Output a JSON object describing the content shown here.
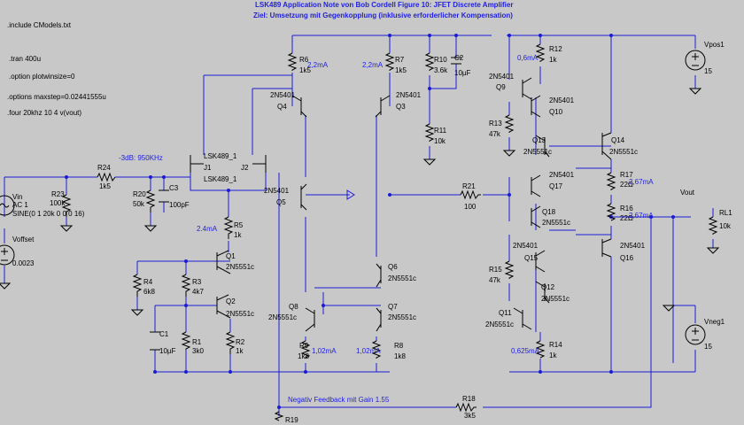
{
  "header": {
    "line1": "LSK489 Application Note von Bob Cordell Figure 10: JFET Discrete Amplifier",
    "line2": "Ziel:  Umsetzung mit Gegenkopplung (inklusive erforderlicher Kompensation)"
  },
  "directives": [
    ".include CModels.txt",
    ".tran 400u",
    ".option plotwinsize=0",
    ".options maxstep=0.02441555u",
    ".four 20khz 10 4 v(vout)"
  ],
  "sources": {
    "vin": {
      "name": "Vin",
      "line1": "AC 1",
      "line2": "SINE(0 1 20k 0 0 0 16)"
    },
    "voffset": {
      "name": "Voffset",
      "value": "0.0023"
    },
    "vpos": {
      "name": "Vpos1",
      "value": "15"
    },
    "vneg": {
      "name": "Vneg1",
      "value": "15"
    }
  },
  "resistors": [
    {
      "name": "R24",
      "value": "1k5"
    },
    {
      "name": "R23",
      "value": "100k"
    },
    {
      "name": "R20",
      "value": "50k"
    },
    {
      "name": "R5",
      "value": "1k"
    },
    {
      "name": "R4",
      "value": "6k8"
    },
    {
      "name": "R3",
      "value": "4k7"
    },
    {
      "name": "R1",
      "value": "3k0"
    },
    {
      "name": "R2",
      "value": "1k"
    },
    {
      "name": "R6",
      "value": "1k5"
    },
    {
      "name": "R7",
      "value": "1k5"
    },
    {
      "name": "R10",
      "value": "3.6k"
    },
    {
      "name": "R11",
      "value": "10k"
    },
    {
      "name": "R9",
      "value": "1k8"
    },
    {
      "name": "R8",
      "value": "1k8"
    },
    {
      "name": "R21",
      "value": "100"
    },
    {
      "name": "R12",
      "value": "1k"
    },
    {
      "name": "R13",
      "value": "47k"
    },
    {
      "name": "R15",
      "value": "47k"
    },
    {
      "name": "R14",
      "value": "1k"
    },
    {
      "name": "R17",
      "value": "22Ω"
    },
    {
      "name": "R16",
      "value": "22Ω"
    },
    {
      "name": "RL1",
      "value": "10k"
    },
    {
      "name": "R18",
      "value": "3k5"
    },
    {
      "name": "R19",
      "value": ""
    }
  ],
  "capacitors": [
    {
      "name": "C3",
      "value": "100pF"
    },
    {
      "name": "C1",
      "value": "10µF"
    },
    {
      "name": "C2",
      "value": "10µF"
    }
  ],
  "transistors": {
    "j1": {
      "model": "LSK489_1",
      "name": "J1"
    },
    "j2": {
      "model": "LSK489_1",
      "name": "J2"
    },
    "q1": {
      "name": "Q1",
      "model": "2N5551c"
    },
    "q2": {
      "name": "Q2",
      "model": "2N5551c"
    },
    "q3": {
      "name": "Q3",
      "model": "2N5401"
    },
    "q4": {
      "name": "Q4",
      "model": "2N5401"
    },
    "q5": {
      "name": "Q5",
      "model": "2N5401"
    },
    "q6": {
      "name": "Q6",
      "model": "2N5551c"
    },
    "q7": {
      "name": "Q7",
      "model": "2N5551c"
    },
    "q8": {
      "name": "Q8",
      "model": "2N5551c"
    },
    "q9": {
      "name": "Q9",
      "model": "2N5401"
    },
    "q10": {
      "name": "Q10",
      "model": "2N5401"
    },
    "q11": {
      "name": "Q11",
      "model": "2N5551c"
    },
    "q12": {
      "name": "Q12",
      "model": "2N5551c"
    },
    "q13": {
      "name": "Q13",
      "model": "2N5551c"
    },
    "q14": {
      "name": "Q14",
      "model": "2N5551c"
    },
    "q15": {
      "name": "Q15",
      "model": "2N5401"
    },
    "q16": {
      "name": "Q16",
      "model": "2N5401"
    },
    "q17": {
      "name": "Q17",
      "model": "2N5401"
    },
    "q18": {
      "name": "Q18",
      "model": "2N5551c"
    }
  },
  "annotations": {
    "bw": "-3dB: 950KHz",
    "i_r5": "2.4mA",
    "i_r6": "2,2mA",
    "i_r7": "2,2mA",
    "i_r9": "1,02mA",
    "i_r8": "1,02mA",
    "i_r12": "0,6mA",
    "i_r14": "0,625mA",
    "i_r17": "2,67mA",
    "i_r16": "2,67mA",
    "vout": "Vout",
    "feedback": "Negativ Feedback mit Gain 1.55"
  },
  "colors": {
    "background": "#c8c8c8",
    "wire": "#1b1bd6",
    "annotation": "#2222dd",
    "component": "#000000"
  }
}
